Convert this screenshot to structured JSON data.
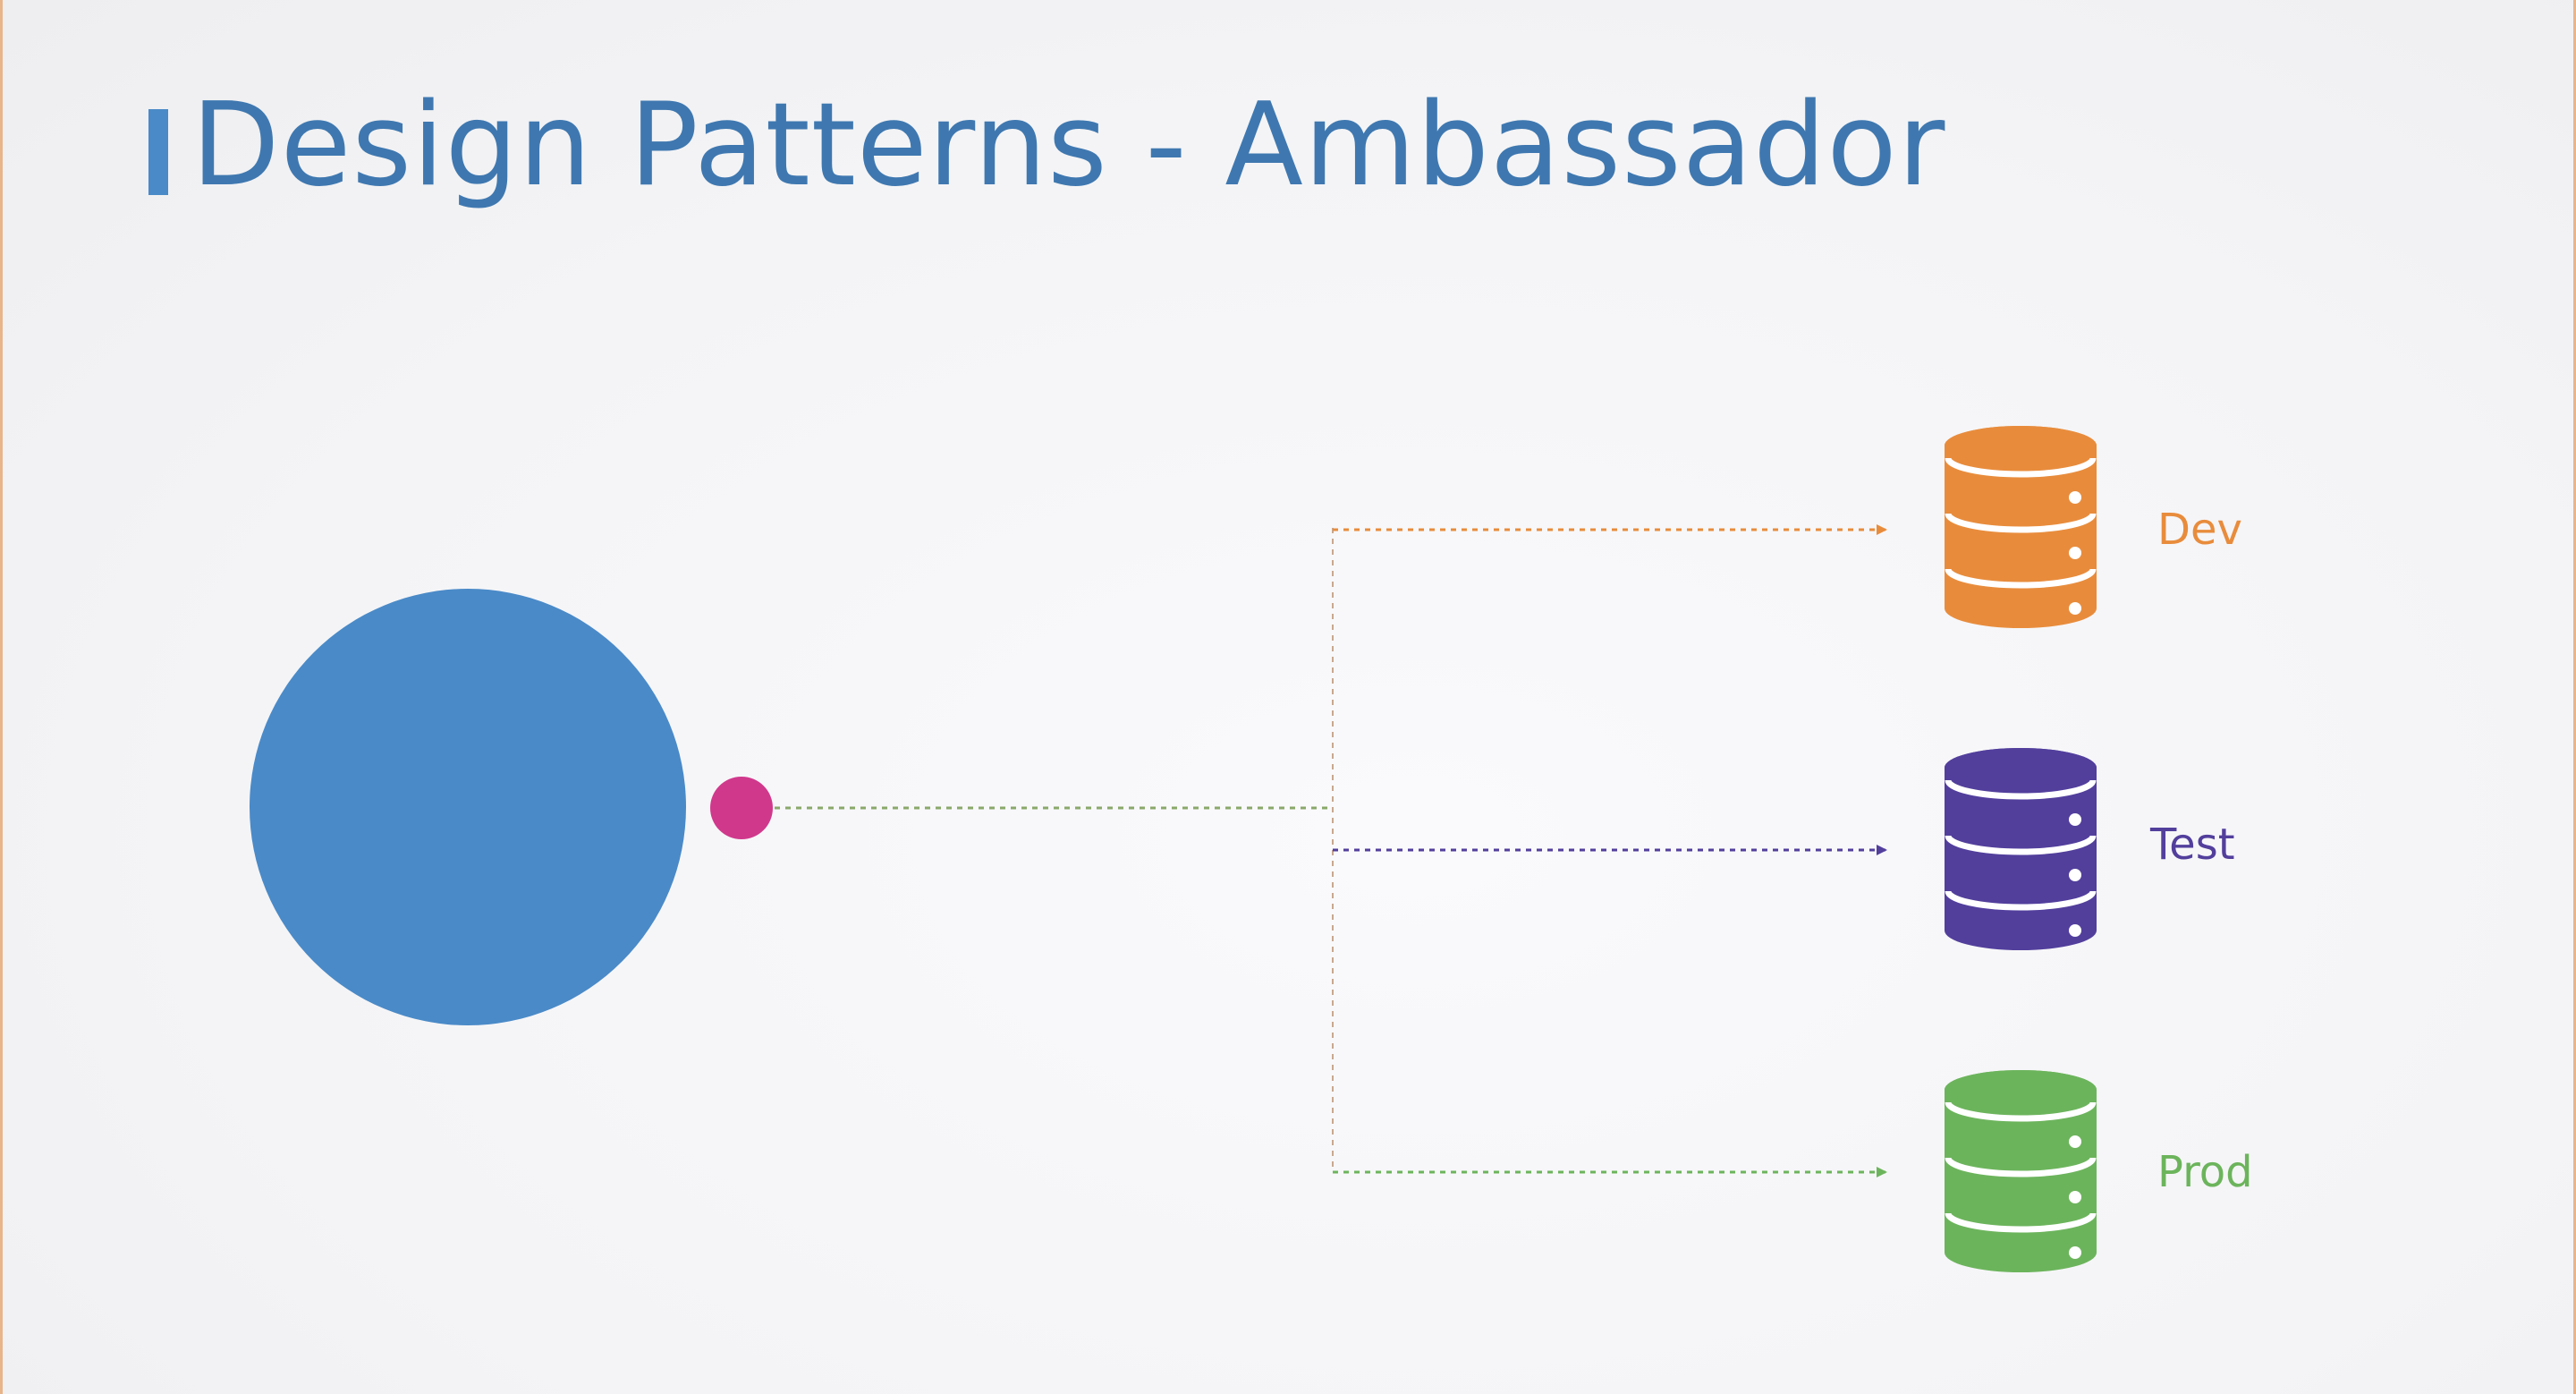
{
  "slide": {
    "title": "Design Patterns - Ambassador"
  },
  "colors": {
    "title": "#3f78b0",
    "app_circle": "#4a8ac8",
    "ambassador_dot": "#d0388c",
    "dev": "#e88c3c",
    "test": "#523f9c",
    "prod": "#6cb45c"
  },
  "databases": [
    {
      "label": "Dev",
      "color": "#e88c3c",
      "icon": "database-icon"
    },
    {
      "label": "Test",
      "color": "#523f9c",
      "icon": "database-icon"
    },
    {
      "label": "Prod",
      "color": "#6cb45c",
      "icon": "database-icon"
    }
  ]
}
